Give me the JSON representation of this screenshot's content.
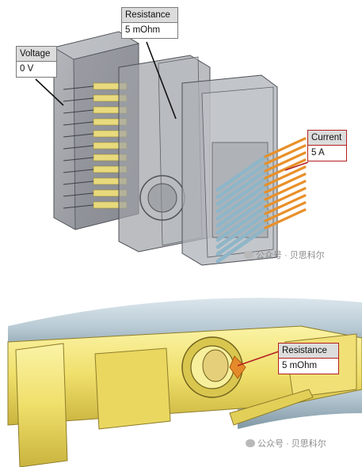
{
  "callouts": {
    "voltage": {
      "label": "Voltage",
      "value": "0 V"
    },
    "resistance_top": {
      "label": "Resistance",
      "value": "5 mOhm"
    },
    "current": {
      "label": "Current",
      "value": "5 A"
    },
    "resistance_bottom": {
      "label": "Resistance",
      "value": "5 mOhm"
    }
  },
  "watermarks": {
    "top": "公众号 · 贝思科尔",
    "bottom": "公众号 · 贝思科尔"
  },
  "colors": {
    "housing": "#8c8f95",
    "pins": "#e8902a",
    "wires": "#8fb6c8",
    "terminal": "#f2e27a",
    "callout_red": "#b32020"
  }
}
